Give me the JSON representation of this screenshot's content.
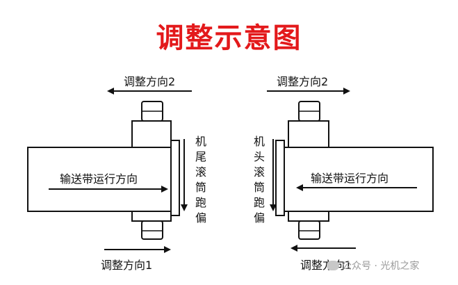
{
  "title": "调整示意图",
  "left": {
    "adjust_top": "调整方向2",
    "adjust_bottom": "调整方向1",
    "belt_direction": "输送带运行方向",
    "side_label": "机尾滚筒跑偏"
  },
  "right": {
    "adjust_top": "调整方向2",
    "adjust_bottom": "调整方向1",
    "belt_direction": "输送带运行方向",
    "side_label": "机头滚筒跑偏"
  },
  "watermark": "公众号 · 光机之家",
  "colors": {
    "title": "#e3191b",
    "line": "#111111",
    "watermark": "#9a9a9a"
  }
}
